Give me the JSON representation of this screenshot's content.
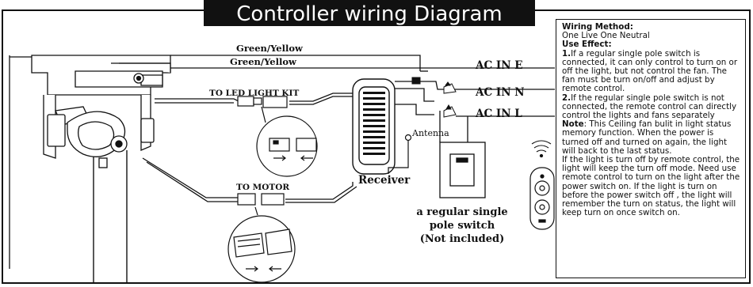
{
  "title": "Controller wiring Diagram",
  "wires": {
    "top1": "Green/Yellow",
    "top2": "Green/Yellow",
    "led": "TO LED LIGHT KIT",
    "motor": "TO MOTOR"
  },
  "ac": {
    "e": "AC IN  E",
    "n": "AC IN  N",
    "l": "AC IN  L"
  },
  "antenna": "Antenna",
  "receiver": "Receiver",
  "switch_caption": [
    "a regular single",
    "pole switch",
    "(Not included)"
  ],
  "info": {
    "method_heading": "Wiring Method:",
    "method_text": "One Live One Neutral",
    "effect_heading": "Use Effect:",
    "p1_num": "1.",
    "p1_text": "If a regular single pole switch is connected, it can only control to turn on or off the light, but not control the fan. The fan must be turn on/off and adjust by remote control.",
    "p2_num": "2.",
    "p2_text": "If the regular single pole switch  is not connected, the remote control can directly control the lights and fans separately",
    "note_label": "Note",
    "note_text": ":  This Ceiling fan bulit in light status memory function. When the power is turned off and turned on again, the light will back to the last status.",
    "p3_text": "If the light is turn off by remote control, the light will keep the turn off mode. Need use remote control to turn on the light after the power switch on. If the light is turn on before the power switch off , the light will remember the turn on status, the light will keep turn on once switch on."
  }
}
